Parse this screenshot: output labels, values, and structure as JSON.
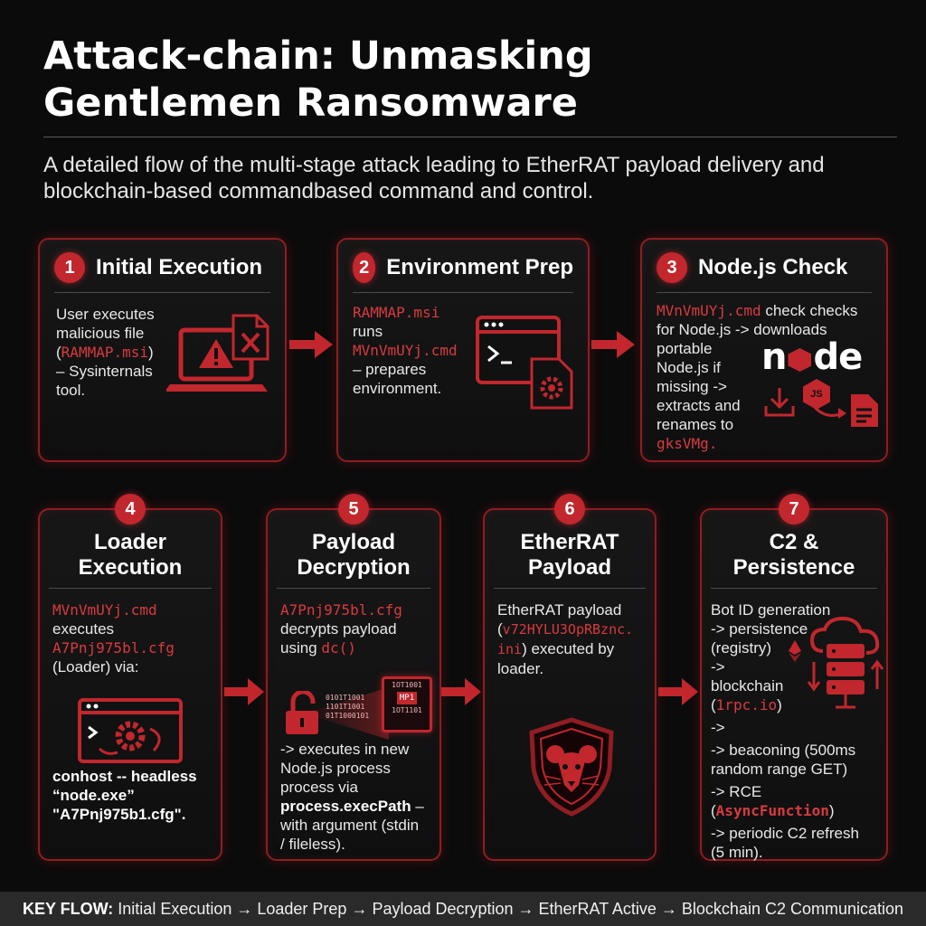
{
  "header": {
    "title_line1": "Attack-chain: Unmasking",
    "title_line2": "Gentlemen Ransomware",
    "subtitle_line1": "A detailed flow of the multi-stage attack leading to EtherRAT payload delivery and",
    "subtitle_line2": "blockchain-based commandbased command and control."
  },
  "steps": {
    "s1": {
      "num": "1",
      "title": "Initial Execution",
      "l1": "User executes",
      "l2": "malicious file",
      "l3a": "(",
      "l3b": "RAMMAP.msi",
      "l3c": ")",
      "l4": "– Sysinternals",
      "l5": "tool."
    },
    "s2": {
      "num": "2",
      "title": "Environment Prep",
      "l1": "RAMMAP.msi",
      "l2": "runs",
      "l3": "MVnVmUYj.cmd",
      "l4": "– prepares",
      "l5": "environment."
    },
    "s3": {
      "num": "3",
      "title": "Node.js Check",
      "l1a": "MVnVmUYj.cmd",
      "l1b": " check checks",
      "l2": "for Node.js -> downloads",
      "l3": "portable",
      "l4": "Node.js if",
      "l5": "missing ->",
      "l6": "extracts and",
      "l7": "renames to",
      "l8": "gksVMg.",
      "logo_n": "n",
      "logo_de": "de",
      "js": "JS"
    },
    "s4": {
      "num": "4",
      "title1": "Loader",
      "title2": "Execution",
      "l1": "MVnVmUYj.cmd",
      "l2": "executes",
      "l3": "A7Pnj975bl.cfg",
      "l4": "(Loader) via:",
      "b1": "conhost -- headless",
      "b2": "“node.exe”",
      "b3": "\"A7Pnj975b1.cfg\"."
    },
    "s5": {
      "num": "5",
      "title1": "Payload",
      "title2": "Decryption",
      "l1": "A7Pnj975bl.cfg",
      "l2": "decrypts payload",
      "l3a": "using ",
      "l3b": "dc()",
      "l4": "-> executes in new",
      "l5": "Node.js process",
      "l6": "process via",
      "l7a": "process.execPath",
      "l7b": " –",
      "l8": "with argument (stdin",
      "l9": "/ fileless).",
      "bits1": "0101T1001",
      "bits2": "1101T1001",
      "bits3": "01T1000101",
      "chip1": "1OT1001",
      "chip2": "MP1",
      "chip3": "1OT1101"
    },
    "s6": {
      "num": "6",
      "title1": "EtherRAT",
      "title2": "Payload",
      "l1": "EtherRAT payload",
      "l2a": "(",
      "l2b": "v72HYLU3OpRBznc.",
      "l3a": "ini",
      "l3b": ") executed by",
      "l4": "loader."
    },
    "s7": {
      "num": "7",
      "title1": "C2 &",
      "title2": "Persistence",
      "l1": "Bot ID generation",
      "l2": "-> persistence",
      "l3": "(registry)",
      "l4": "->",
      "l5": "blockchain",
      "l6a": "(",
      "l6b": "1rpc.io",
      "l6c": ")",
      "l7": "->",
      "l8": "-> beaconing (500ms",
      "l9": "random range GET)",
      "l10a": "-> RCE (",
      "l10b": "AsyncFunction",
      "l10c": ")",
      "l11": "-> periodic C2 refresh",
      "l12": "(5 min)."
    }
  },
  "footer": {
    "key": "KEY FLOW:",
    "flow": " Initial Execution → Loader Prep → Payload Decryption → EtherRAT Active → Blockchain C2 Communication"
  },
  "colors": {
    "accent": "#c1272d",
    "background": "#0b0b0b",
    "card_border": "#8f1d22"
  },
  "icons": [
    "warning-laptop-icon",
    "excel-file-icon",
    "terminal-window-icon",
    "settings-file-icon",
    "nodejs-logo",
    "download-icon",
    "js-hexagon-icon",
    "document-icon",
    "loader-window-gear-icon",
    "padlock-open-icon",
    "chip-icon",
    "rat-shield-icon",
    "cloud-server-icon",
    "ethereum-icon",
    "flow-arrow-icon"
  ]
}
